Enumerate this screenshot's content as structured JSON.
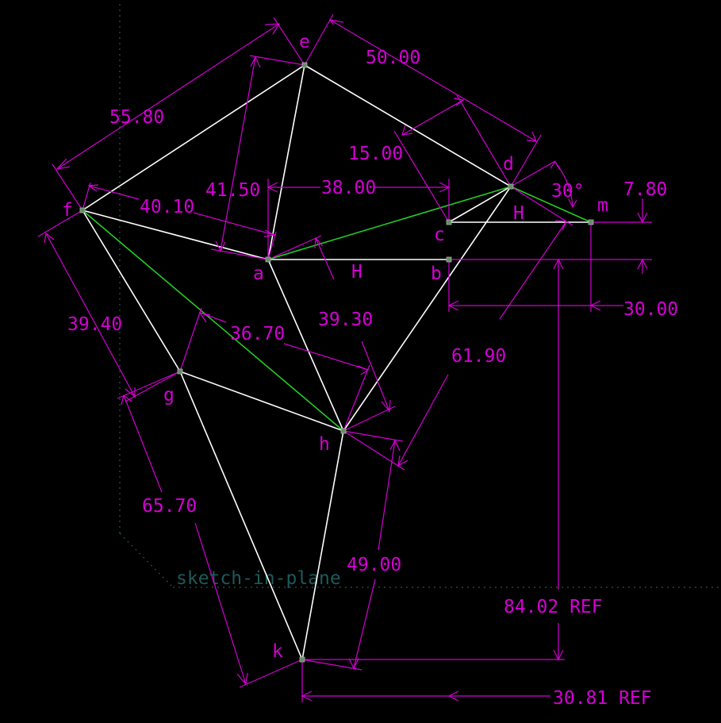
{
  "colors": {
    "background": "#000000",
    "geometry": "#ffffff",
    "construction": "#22cc22",
    "dimension": "#d400d4",
    "point": "#6a8a6a",
    "workplane": "#1e5a5a",
    "workplane_border": "#2f4f4f"
  },
  "points": {
    "a": "a",
    "b": "b",
    "c": "c",
    "d": "d",
    "e": "e",
    "f": "f",
    "g": "g",
    "h": "h",
    "k": "k",
    "m": "m"
  },
  "dimensions": {
    "d_ef": "55.80",
    "d_ed": "50.00",
    "d_e_height": "41.50",
    "d_fa": "40.10",
    "d_ab": "38.00",
    "d_cd": "15.00",
    "d_angle": "30°",
    "d_m_offset": "7.80",
    "d_bm": "30.00",
    "d_fg": "39.40",
    "d_gh": "36.70",
    "d_ah": "39.30",
    "d_dh": "61.90",
    "d_gk": "65.70",
    "d_hk": "49.00",
    "d_ref_height": "84.02 REF",
    "d_ref_width": "30.81 REF"
  },
  "constraints": {
    "horizontal_cm": "H",
    "horizontal_ab": "H"
  },
  "workplane": {
    "label": "sketch-in-plane"
  }
}
